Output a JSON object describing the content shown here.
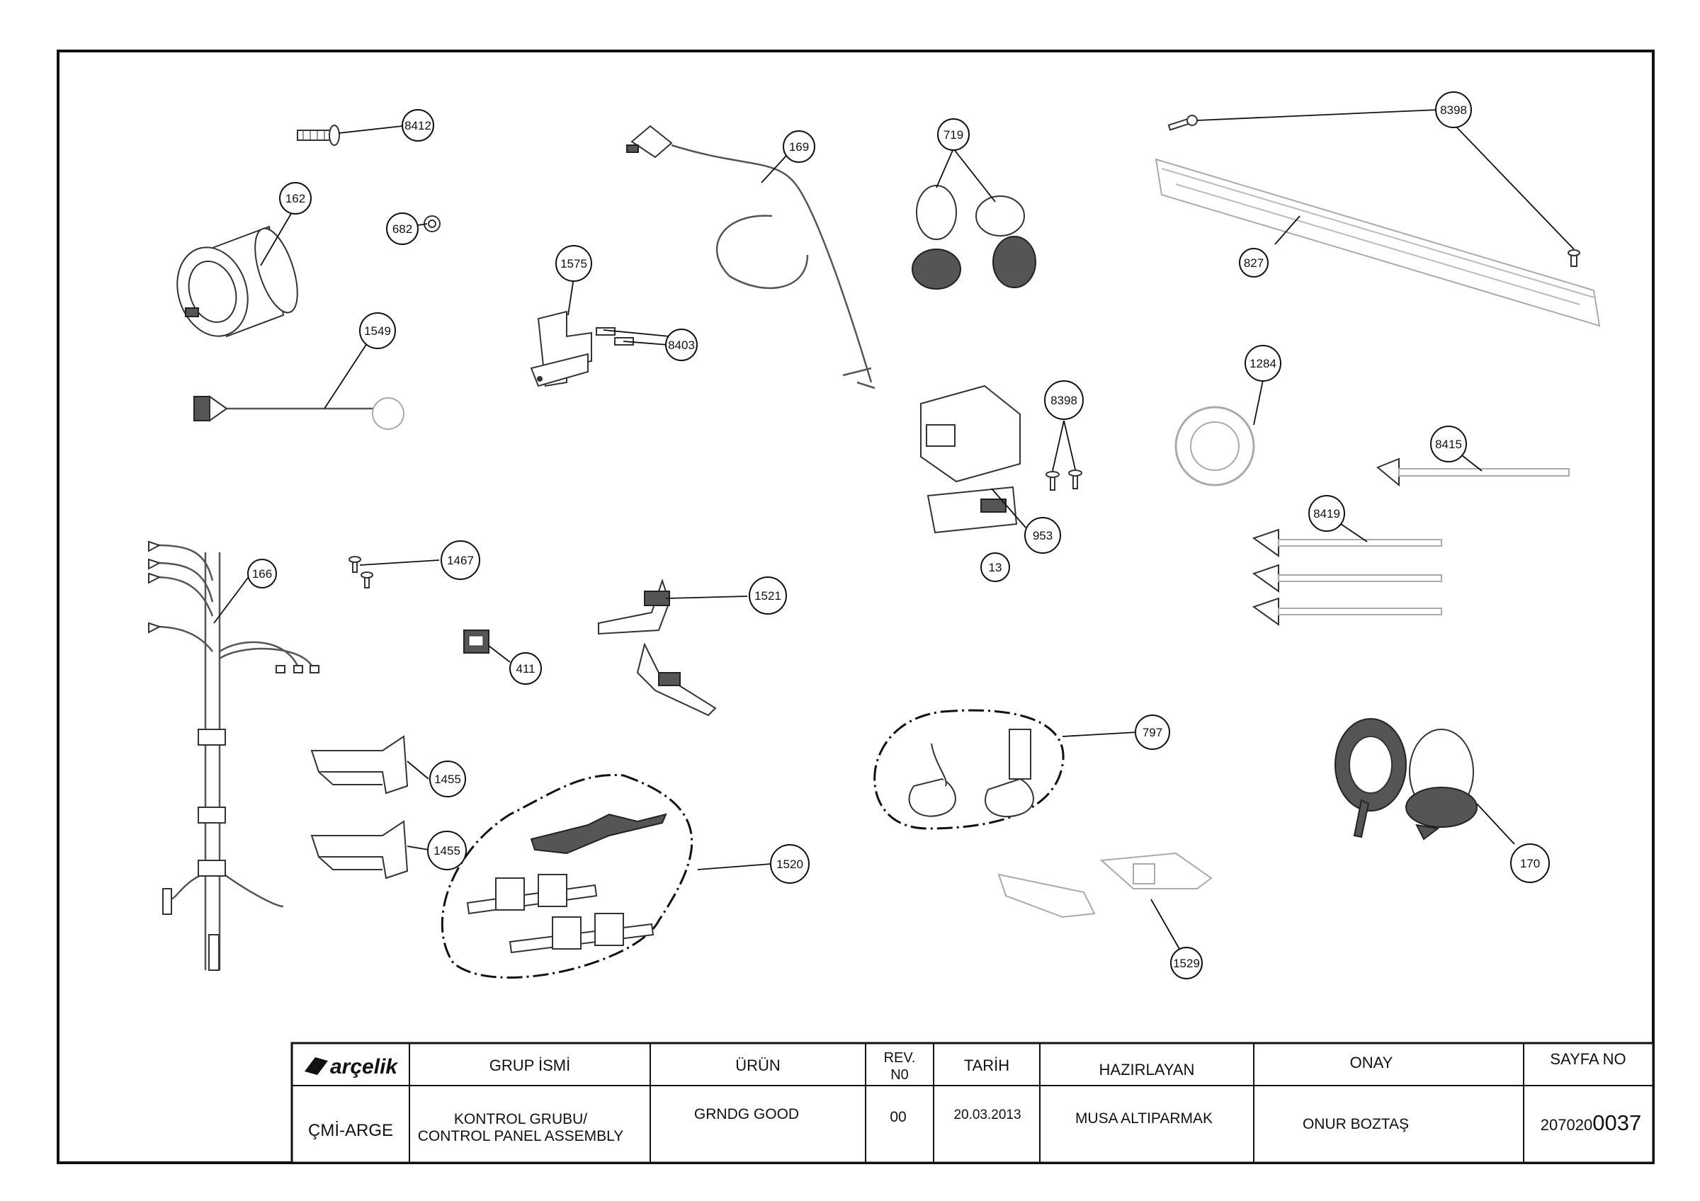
{
  "callouts": [
    {
      "id": "c8412",
      "label": "8412"
    },
    {
      "id": "c162",
      "label": "162"
    },
    {
      "id": "c682",
      "label": "682"
    },
    {
      "id": "c1549",
      "label": "1549"
    },
    {
      "id": "c169",
      "label": "169"
    },
    {
      "id": "c1575",
      "label": "1575"
    },
    {
      "id": "c8403",
      "label": "8403"
    },
    {
      "id": "c719",
      "label": "719"
    },
    {
      "id": "c8398a",
      "label": "8398"
    },
    {
      "id": "c827",
      "label": "827"
    },
    {
      "id": "c1284",
      "label": "1284"
    },
    {
      "id": "c8398b",
      "label": "8398"
    },
    {
      "id": "c953",
      "label": "953"
    },
    {
      "id": "c13",
      "label": "13"
    },
    {
      "id": "c8415",
      "label": "8415"
    },
    {
      "id": "c8419",
      "label": "8419"
    },
    {
      "id": "c166",
      "label": "166"
    },
    {
      "id": "c1467",
      "label": "1467"
    },
    {
      "id": "c411",
      "label": "411"
    },
    {
      "id": "c1521",
      "label": "1521"
    },
    {
      "id": "c797",
      "label": "797"
    },
    {
      "id": "c1455a",
      "label": "1455"
    },
    {
      "id": "c1455b",
      "label": "1455"
    },
    {
      "id": "c1520",
      "label": "1520"
    },
    {
      "id": "c1529",
      "label": "1529"
    },
    {
      "id": "c170",
      "label": "170"
    }
  ],
  "title_block": {
    "logo_text": "arçelik",
    "headers": {
      "group_name": "GRUP İSMİ",
      "product": "ÜRÜN",
      "rev_line1": "REV.",
      "rev_line2": "N0",
      "date": "TARİH",
      "prepared_by": "HAZIRLAYAN",
      "approval": "ONAY",
      "page_no": "SAYFA NO"
    },
    "values": {
      "department": "ÇMİ-ARGE",
      "group_line1": "KONTROL GRUBU/",
      "group_line2": "CONTROL PANEL ASSEMBLY",
      "product": "GRNDG GOOD",
      "rev": "00",
      "date": "20.03.2013",
      "prepared_by": "MUSA ALTIPARMAK",
      "approval": "ONUR BOZTAŞ",
      "page_prefix": "207020",
      "page_suffix": "0037"
    }
  }
}
